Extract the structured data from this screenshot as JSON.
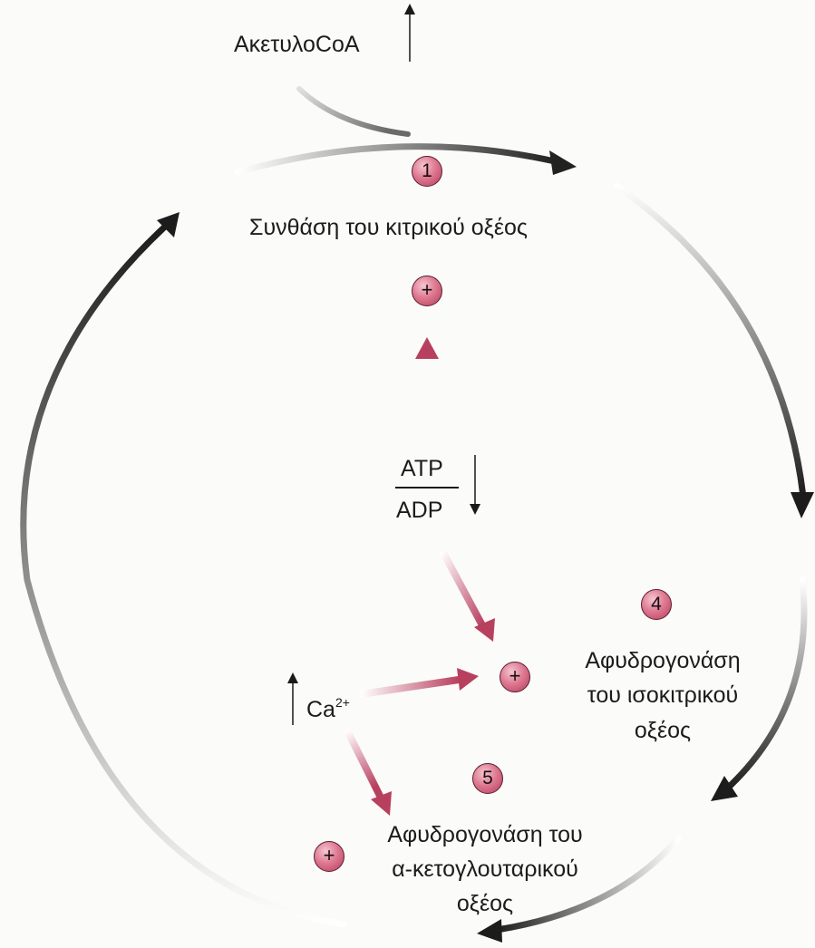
{
  "diagram": {
    "acetylcoa": "ΑκετυλοCoA",
    "enzyme1": {
      "number": "1",
      "name": "Συνθάση του κιτρικού οξέος"
    },
    "enzyme4": {
      "number": "4",
      "line1": "Αφυδρογονάση",
      "line2": "του ισοκιτρικού",
      "line3": "οξέος"
    },
    "enzyme5": {
      "number": "5",
      "line1": "Αφυδρογονάση του",
      "line2": "α-κετογλουταρικού",
      "line3": "οξέος"
    },
    "activator": "+",
    "ratio": {
      "numerator": "ATP",
      "denominator": "ADP"
    },
    "calcium": {
      "base": "Ca",
      "charge": "2+"
    }
  },
  "colors": {
    "cycle_arrow": "#2a2a2a",
    "regulation_arrow": "#b8405f",
    "badge": "#de7a92"
  }
}
